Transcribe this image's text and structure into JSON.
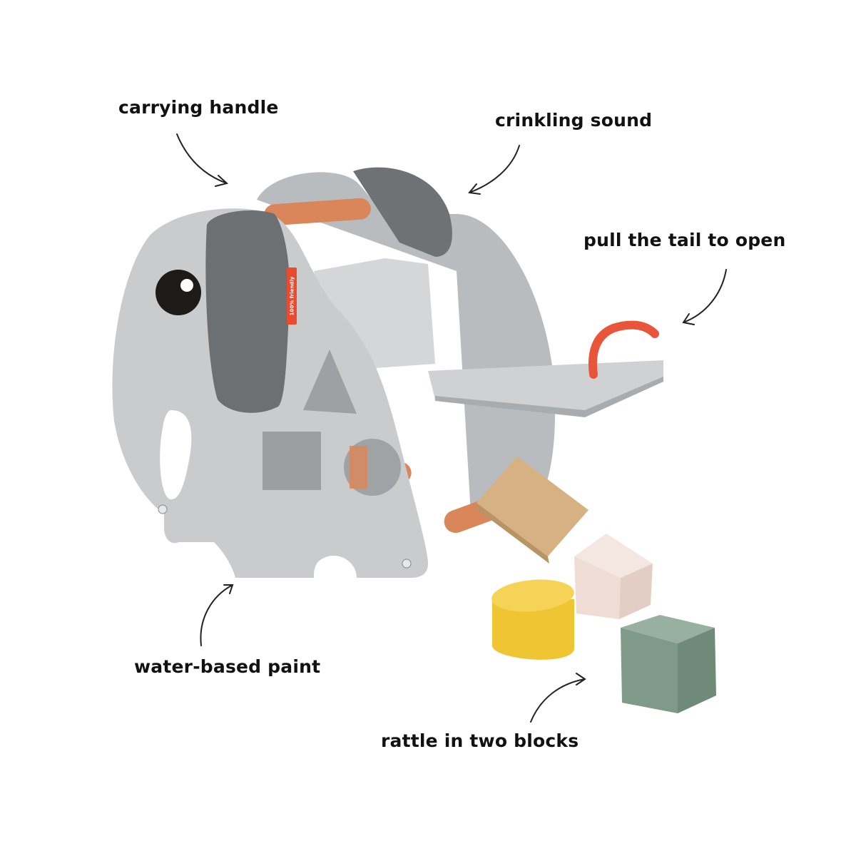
{
  "annotations": {
    "carrying_handle": "carrying handle",
    "crinkling_sound": "crinkling sound",
    "pull_tail": "pull the tail to open",
    "water_paint": "water-based paint",
    "rattle_blocks": "rattle in two blocks"
  },
  "product": {
    "tag_text": "100% friendly",
    "colors": {
      "body": "#c9cbcd",
      "ear": "#6f7274",
      "wood_bar": "#d9875a",
      "tail": "#e8553a",
      "block_yellow": "#efc534",
      "block_pink": "#efdcd4",
      "block_green": "#7f9a88",
      "block_wood": "#d6b283"
    }
  }
}
